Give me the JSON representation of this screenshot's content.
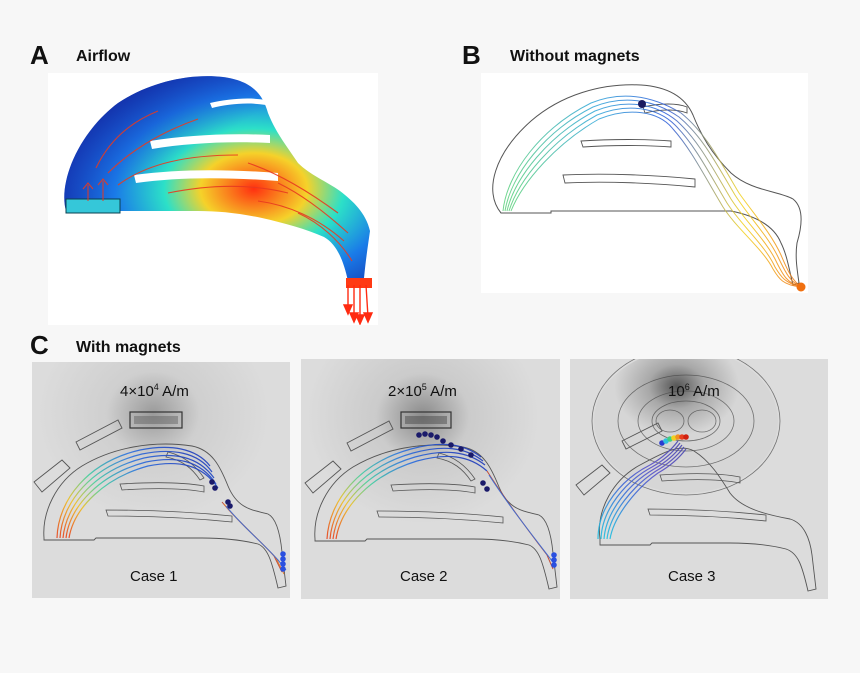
{
  "panels": {
    "a": {
      "letter": "A",
      "title": "Airflow"
    },
    "b": {
      "letter": "B",
      "title": "Without magnets"
    },
    "c": {
      "letter": "C",
      "title": "With magnets"
    }
  },
  "cases": [
    {
      "field_mantissa": "4×10",
      "field_exp": "4",
      "field_unit": " A/m",
      "name": "Case 1"
    },
    {
      "field_mantissa": "2×10",
      "field_exp": "5",
      "field_unit": " A/m",
      "name": "Case 2"
    },
    {
      "field_mantissa": "10",
      "field_exp": "6",
      "field_unit": " A/m",
      "name": "Case 3"
    }
  ],
  "colors": {
    "flow_low": "#1a2dd8",
    "flow_high": "#e8261a",
    "panel_bg_c": "#d9d9d9",
    "outline": "#444444"
  }
}
